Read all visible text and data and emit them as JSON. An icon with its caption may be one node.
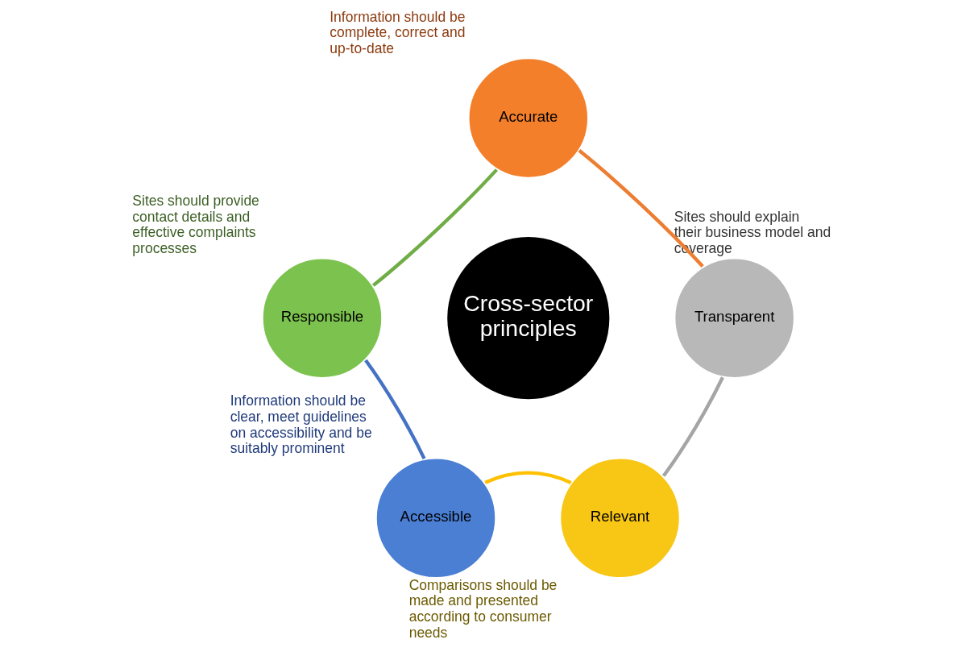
{
  "diagram": {
    "nodes": [
      {
        "text": [
          "Accurate"
        ],
        "beside": [
          "Information should be complete, correct and up-to-date"
        ]
      },
      {
        "text": [
          "Transparent"
        ],
        "beside": [
          "Sites should explain their business model and coverage"
        ]
      },
      {
        "text": [
          "Relevant"
        ],
        "beside": [
          "Comparisons should be made and presented according to consumer needs"
        ]
      },
      {
        "text": [
          "Accessible"
        ],
        "beside": [
          "Information should be clear, meet guidelines on accessibility and be suitably prominent"
        ]
      },
      {
        "text": [
          "Responsible"
        ],
        "beside": [
          "Sites should provide contact details and effective complaints processes"
        ]
      },
      {
        "text": [
          "Cross-sector principles"
        ]
      }
    ],
    "edges": [
      {
        "from": 0,
        "to": 1,
        "arrow": "none",
        "color": "#ed7d31"
      },
      {
        "from": 1,
        "to": 2,
        "arrow": "none",
        "color": "#a5a5a5"
      },
      {
        "from": 2,
        "to": 3,
        "arrow": "none",
        "color": "#ffc000"
      },
      {
        "from": 3,
        "to": 4,
        "arrow": "none",
        "color": "#4472c4"
      },
      {
        "from": 4,
        "to": 0,
        "arrow": "none",
        "color": "#70ad47"
      }
    ]
  }
}
